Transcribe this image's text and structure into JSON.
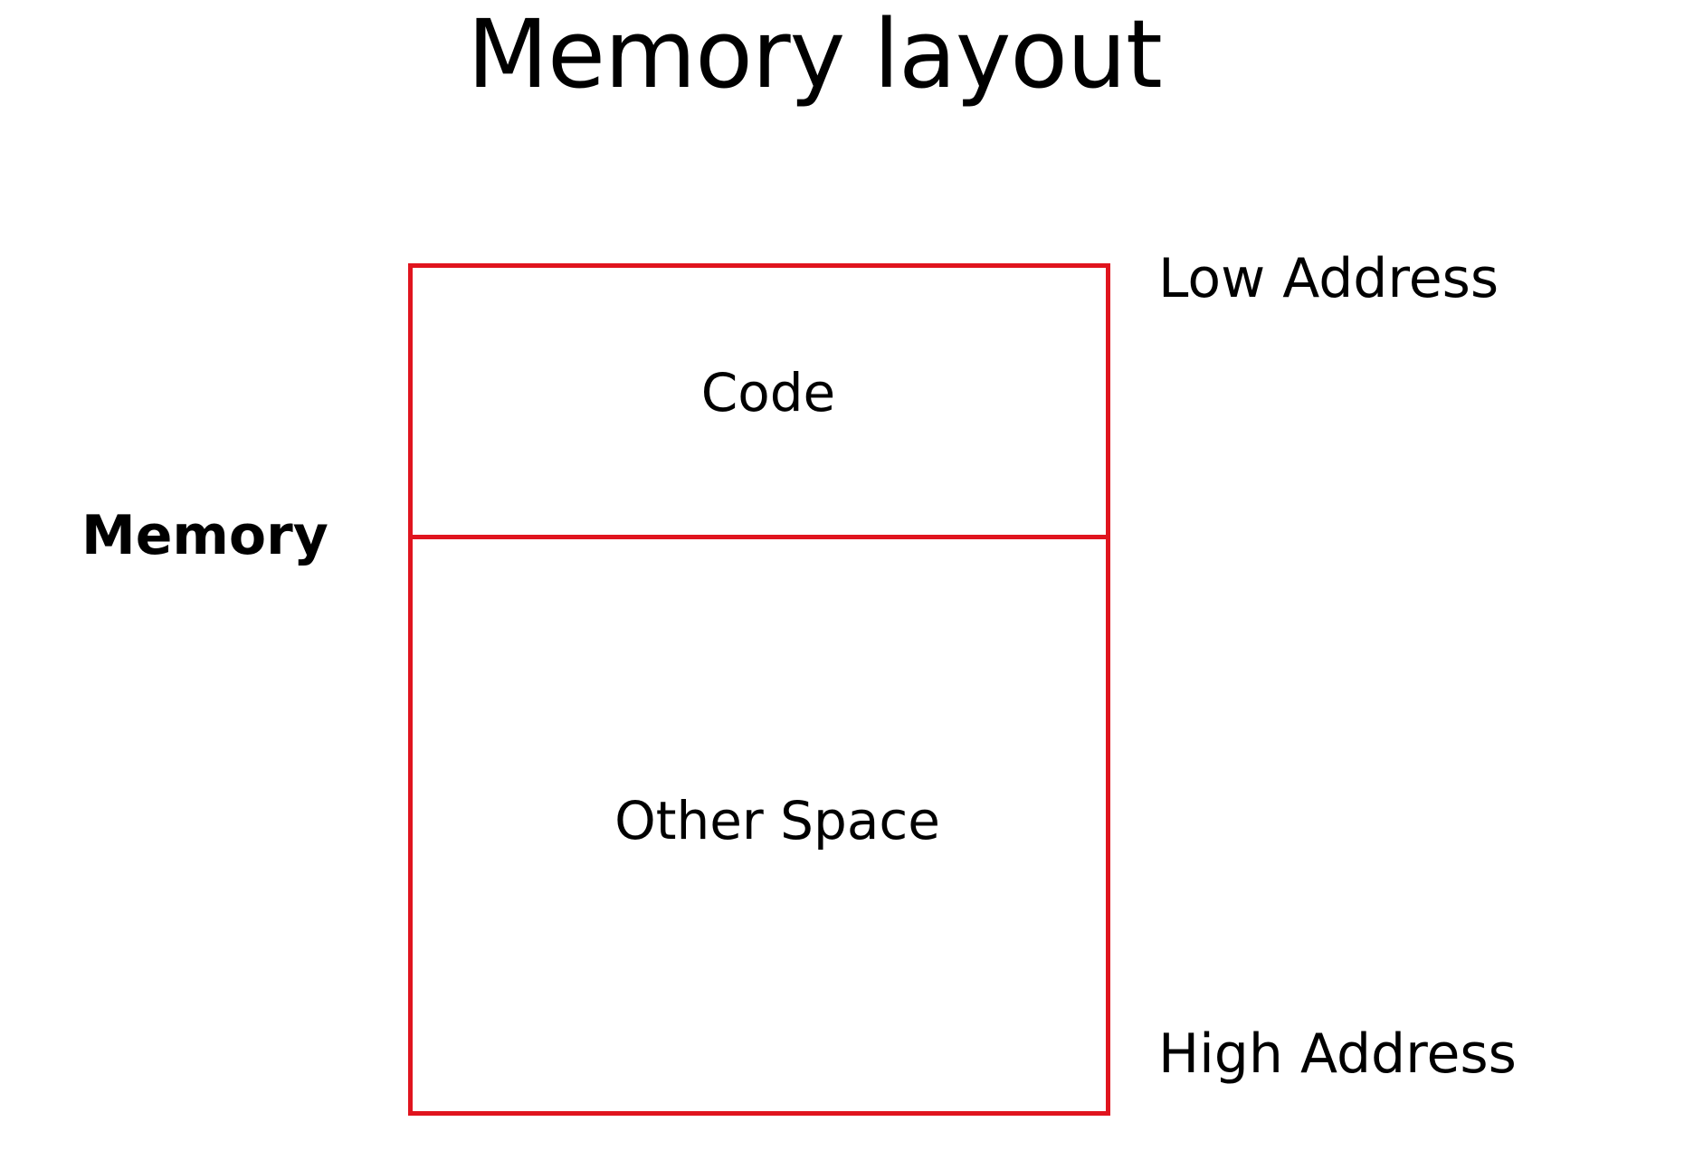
{
  "title": "Memory layout",
  "side_label": "Memory",
  "address_labels": {
    "low": "Low Address",
    "high": "High Address"
  },
  "segments": [
    {
      "label": "Code"
    },
    {
      "label": "Other Space"
    }
  ],
  "colors": {
    "box_border": "#e0141e",
    "text": "#000000",
    "background": "#ffffff"
  }
}
